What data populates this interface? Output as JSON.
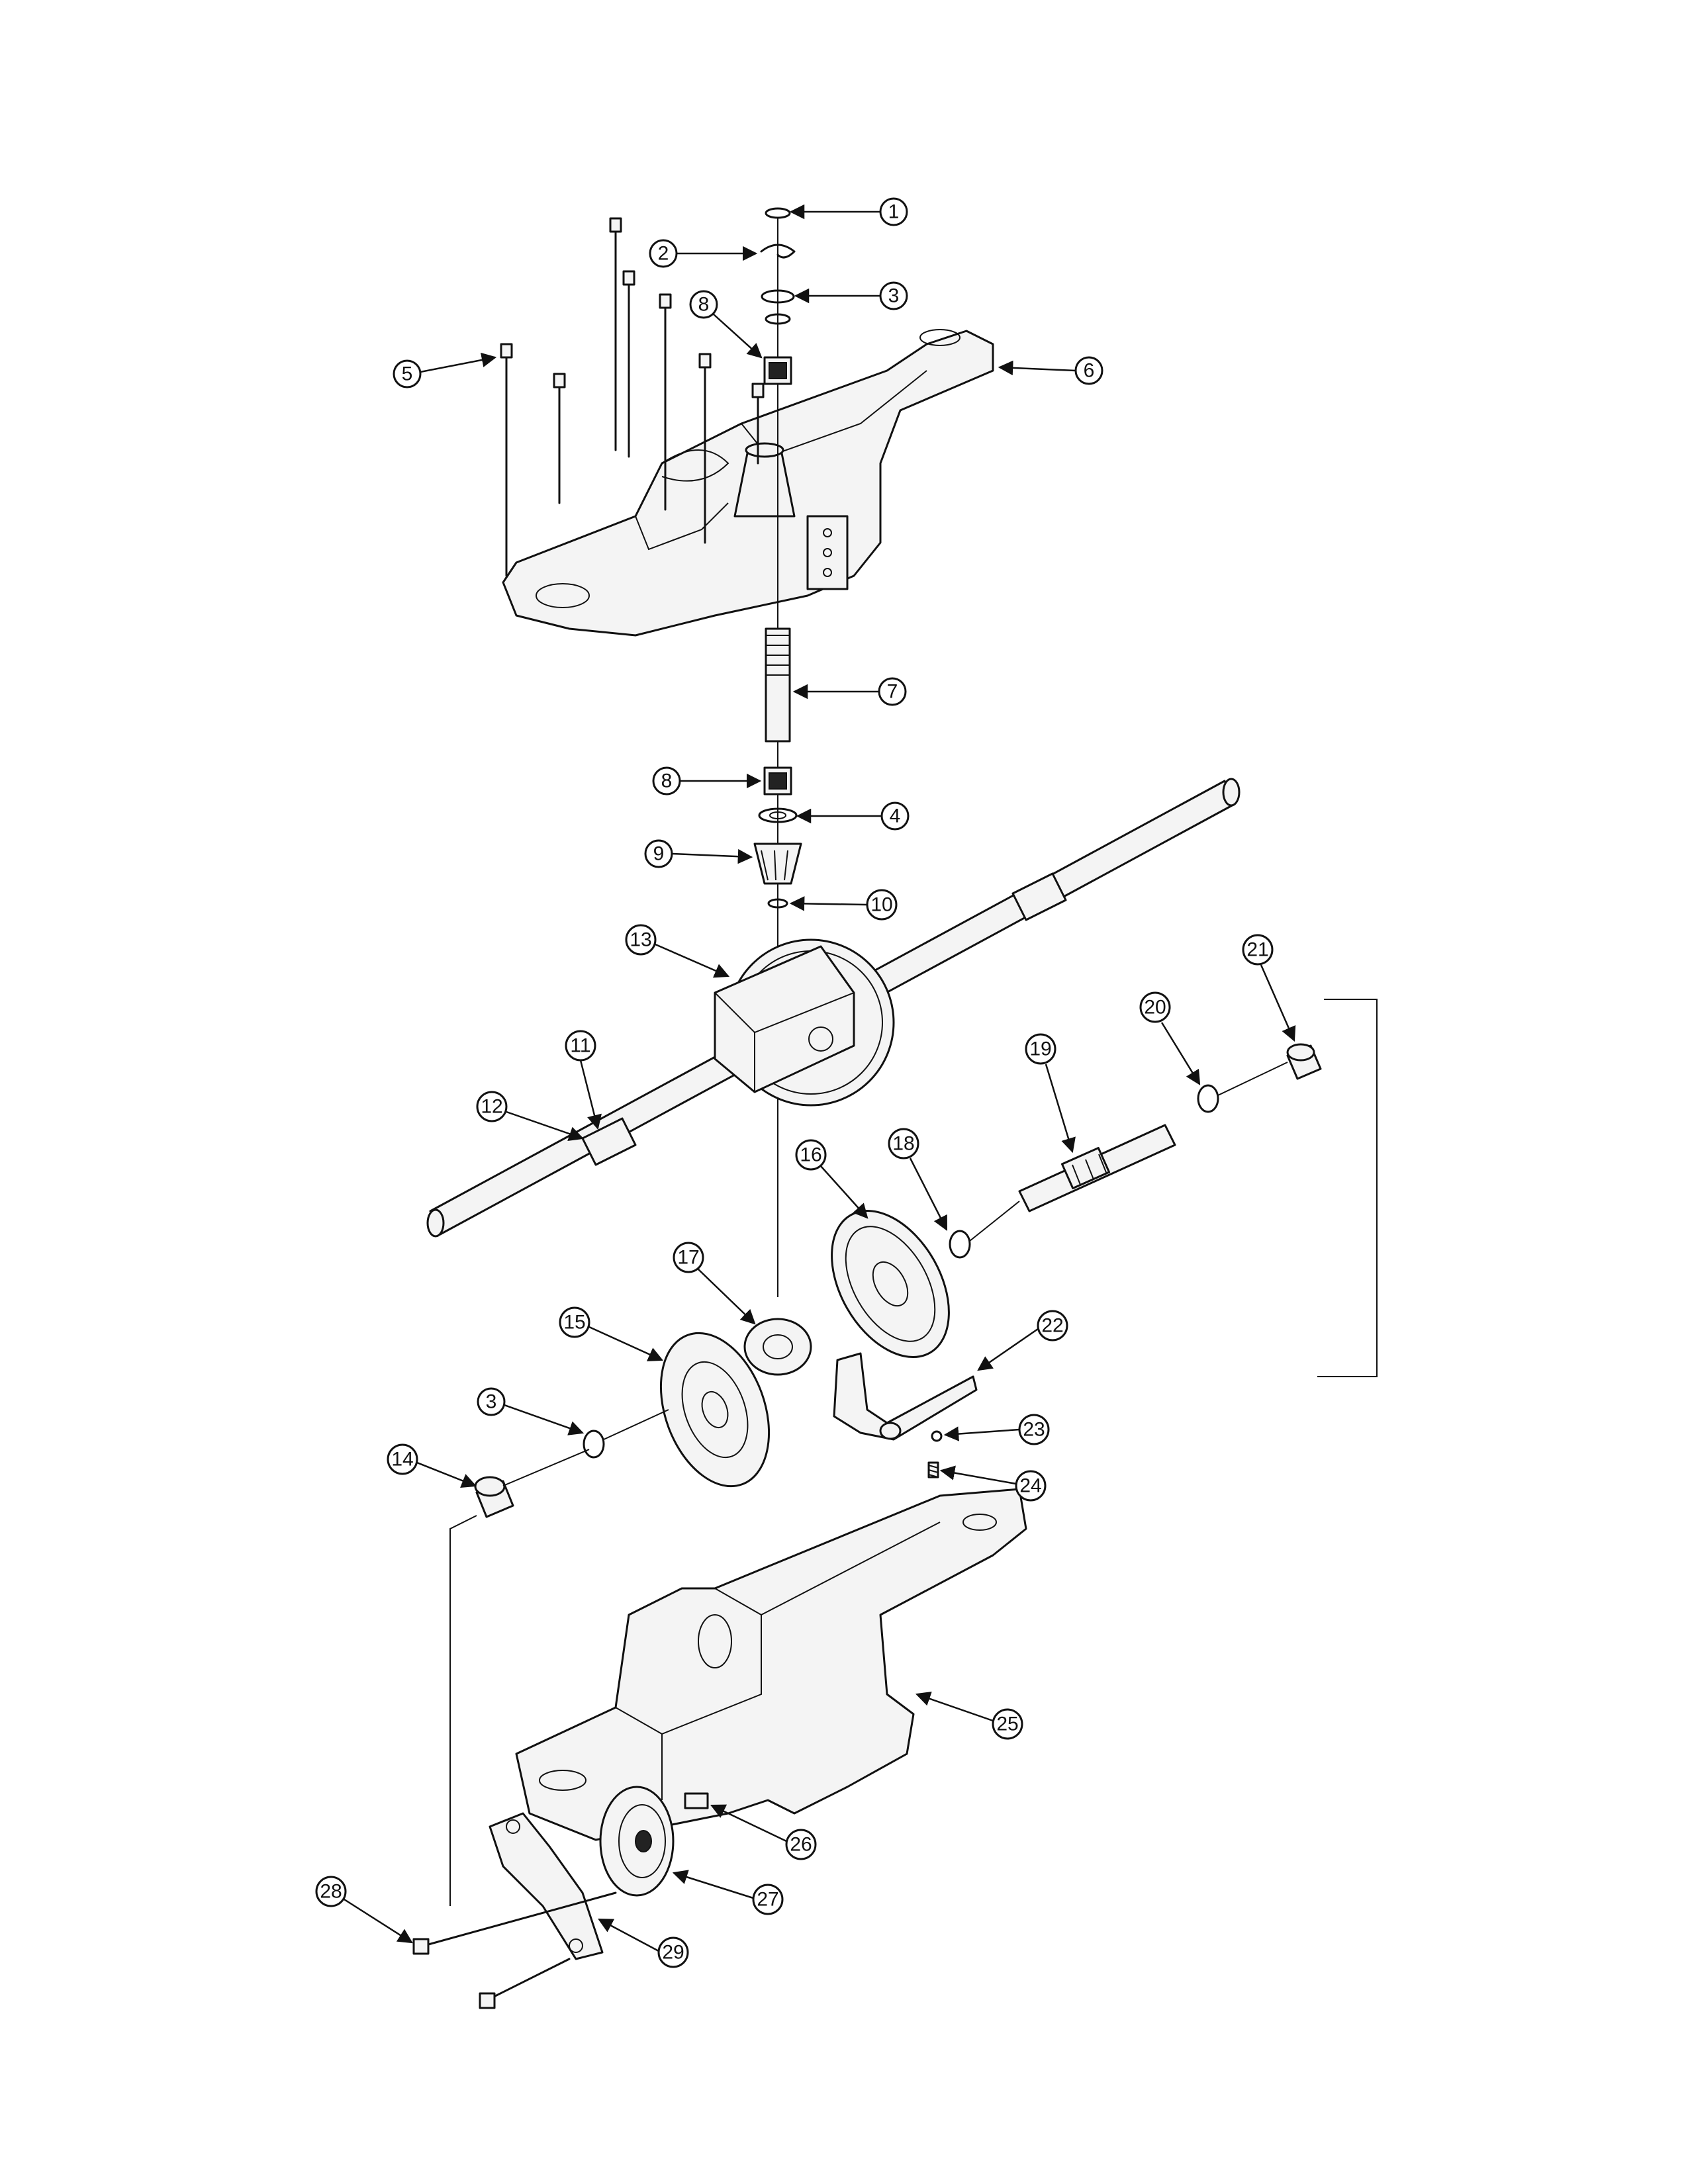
{
  "callouts": [
    "1",
    "2",
    "3",
    "3",
    "4",
    "5",
    "6",
    "7",
    "8",
    "8",
    "9",
    "10",
    "11",
    "12",
    "13",
    "14",
    "15",
    "16",
    "17",
    "18",
    "19",
    "20",
    "21",
    "22",
    "23",
    "24",
    "25",
    "26",
    "27",
    "28",
    "29"
  ],
  "colors": {
    "line": "#111111",
    "background": "#ffffff"
  }
}
